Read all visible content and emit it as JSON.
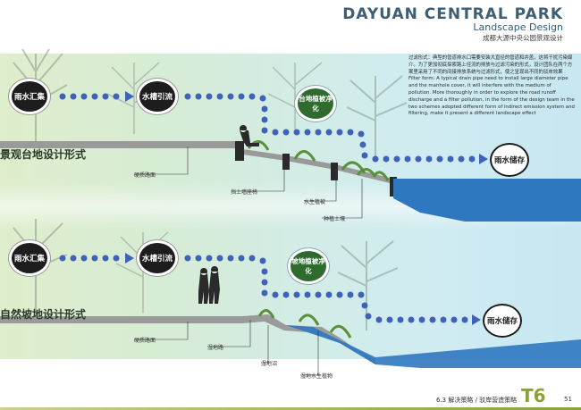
{
  "header": {
    "title": "DAYUAN CENTRAL PARK",
    "subtitle": "Landscape Design",
    "subtitle_cn": "成都大源中央公园景观设计"
  },
  "description": {
    "cn": "过滤形式：典型的管道排水口需要安装大直径的管道和井盖，这将干扰污染媒介。为了更加彻底探索路上径流的排放与过滤污染的形式，设计团队在两个方案里采用了不同的间接排放系统与过滤形式，使之呈现出不同的驳岸效果",
    "en": "Filter form: A typical drain pipe need to install large diameter pipe and the manhole cover, it will interfere with the medium of pollution. More thoroughly in order to explore the road runoff discharge and a filter pollution, in the form of the design team in the two schemes adopted different form of indirect emission system and filtering, make it present a different landscape effect"
  },
  "section_top": {
    "title": "景观台地设计形式",
    "nodes": {
      "collect": "雨水汇集",
      "drain": "水槽引流",
      "purify": "台地植被净化",
      "store": "雨水储存"
    },
    "labels": {
      "hard_road": "硬质路面",
      "wall_seat": "挡土墙座椅",
      "aquatic": "水生植被",
      "planting_soil": "种植土壤"
    }
  },
  "section_bottom": {
    "title": "自然坡地设计形式",
    "nodes": {
      "collect": "雨水汇集",
      "drain": "水槽引流",
      "purify": "坡地植被净化",
      "store": "雨水储存"
    },
    "labels": {
      "hard_road": "硬质路面",
      "wetland_road": "湿地路",
      "wetland_swamp": "湿地沼",
      "wetland_aquatic": "湿地水生植物"
    }
  },
  "footer": {
    "section": "6.3 解决策略 / 驳岸营造策略",
    "badge": "T6",
    "page": "51"
  },
  "colors": {
    "dots": "#3f63b8",
    "water": "#2f78c0",
    "ground": "#9a9a9a",
    "accent": "#8aa23a"
  }
}
